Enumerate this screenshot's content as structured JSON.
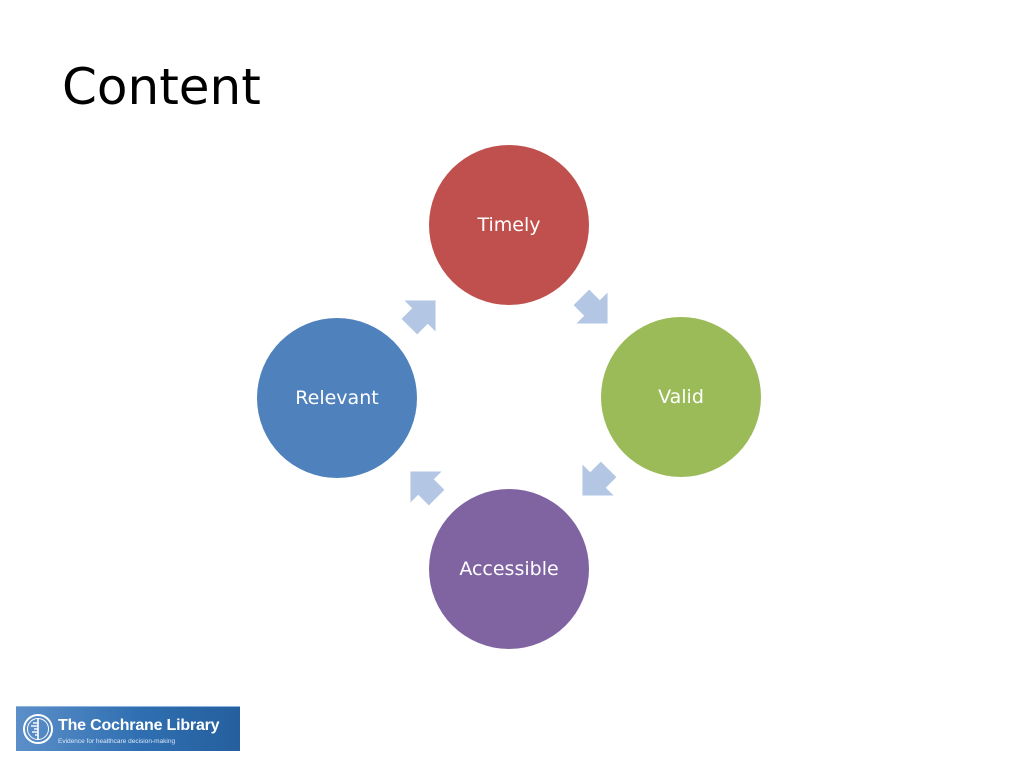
{
  "slide": {
    "title": "Content"
  },
  "cycle": {
    "nodes": [
      {
        "label": "Timely",
        "color": "#c0504d"
      },
      {
        "label": "Valid",
        "color": "#9bbb59"
      },
      {
        "label": "Accessible",
        "color": "#8064a2"
      },
      {
        "label": "Relevant",
        "color": "#4f81bd"
      }
    ],
    "arrow_color": "#b3c6e3"
  },
  "logo": {
    "title": "The Cochrane Library",
    "tagline": "Evidence for healthcare decision-making"
  }
}
